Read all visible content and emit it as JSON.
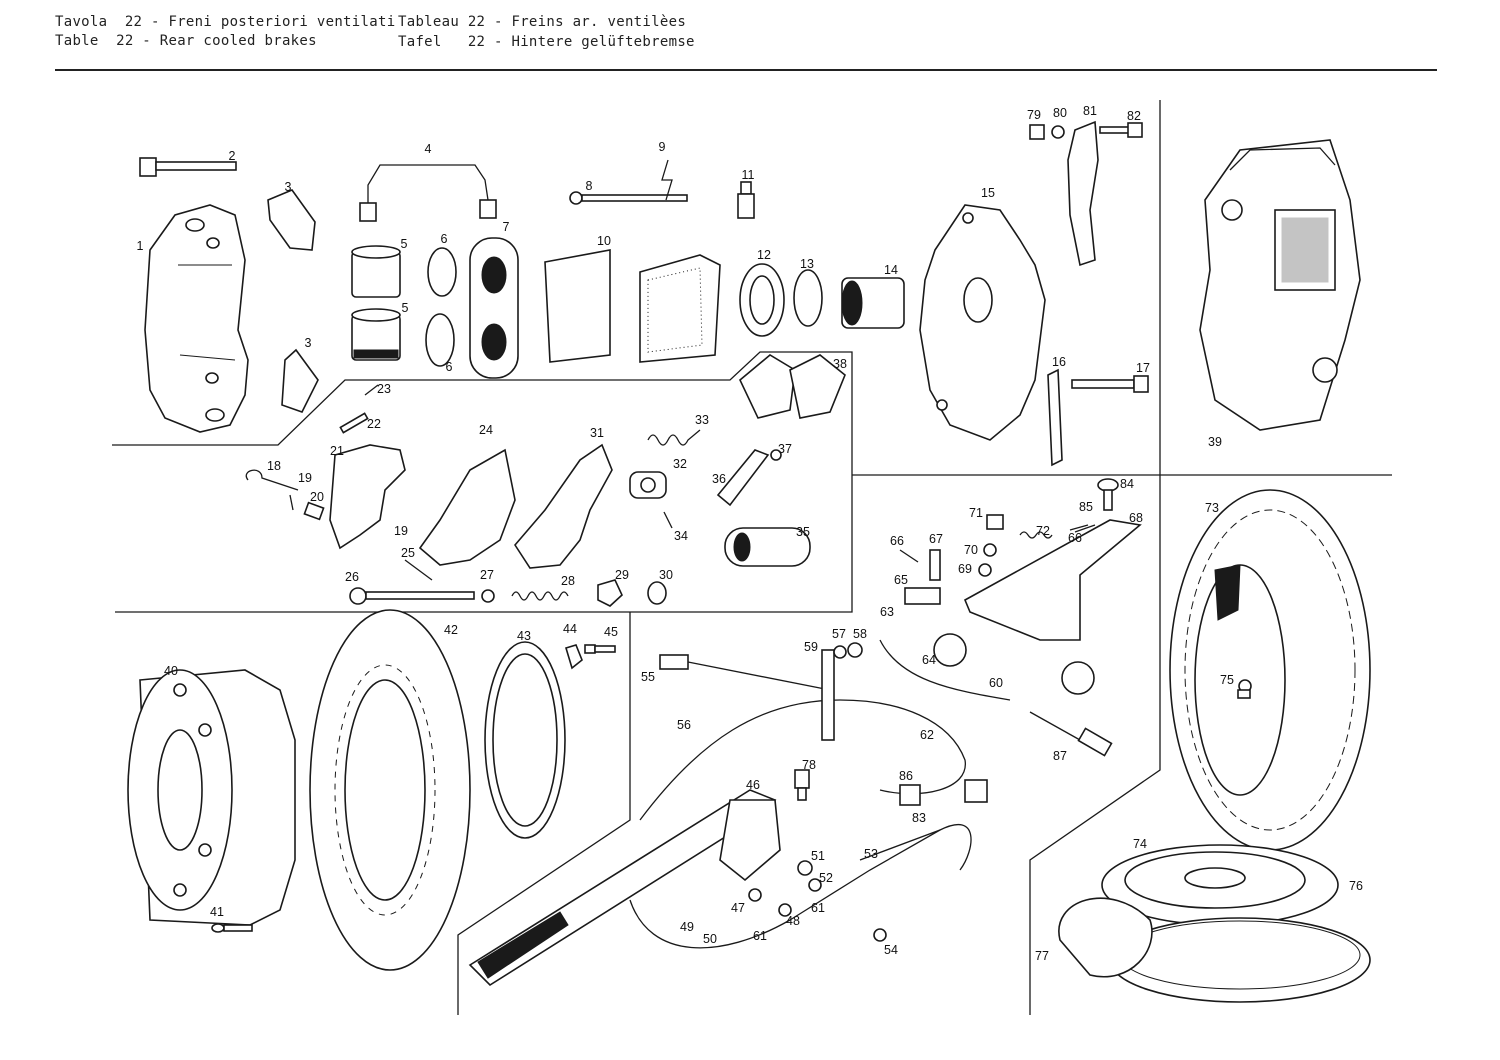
{
  "header": {
    "left_line1": "Tavola  22 - Freni posteriori ventilati",
    "left_line2": "Table  22 - Rear cooled brakes",
    "right_line1": "Tableau 22 - Freins ar. ventilèes",
    "right_line2": "Tafel   22 - Hintere gelüftebremse"
  },
  "part_numbers": [
    "1",
    "2",
    "3",
    "3",
    "4",
    "5",
    "5",
    "6",
    "6",
    "7",
    "8",
    "9",
    "10",
    "11",
    "12",
    "13",
    "14",
    "15",
    "16",
    "17",
    "18",
    "19",
    "19",
    "20",
    "21",
    "22",
    "23",
    "24",
    "25",
    "26",
    "27",
    "28",
    "29",
    "30",
    "31",
    "32",
    "33",
    "34",
    "35",
    "36",
    "37",
    "38",
    "39",
    "40",
    "41",
    "42",
    "43",
    "44",
    "45",
    "46",
    "47",
    "48",
    "49",
    "50",
    "51",
    "52",
    "53",
    "54",
    "55",
    "56",
    "57",
    "58",
    "59",
    "60",
    "61",
    "61",
    "62",
    "63",
    "64",
    "65",
    "66",
    "66",
    "67",
    "68",
    "69",
    "70",
    "71",
    "72",
    "73",
    "74",
    "75",
    "76",
    "77",
    "78",
    "79",
    "80",
    "81",
    "82",
    "83",
    "84",
    "85",
    "86",
    "87"
  ]
}
